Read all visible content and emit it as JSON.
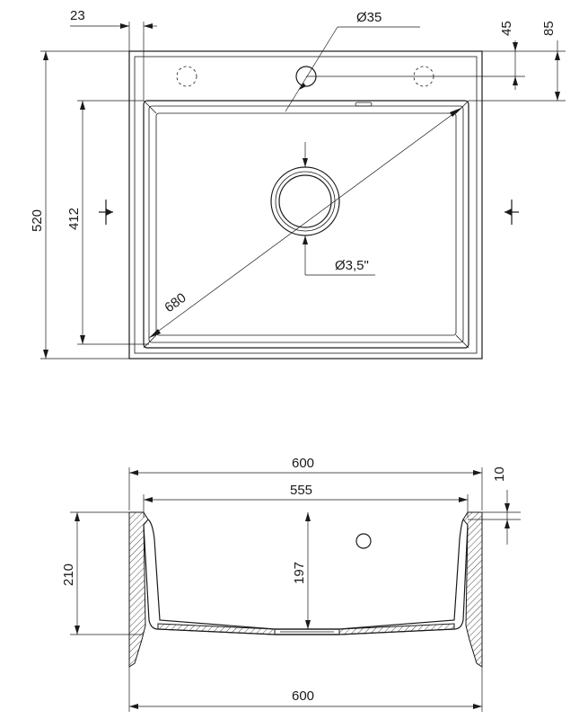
{
  "top_view": {
    "dimensions": {
      "d23": "23",
      "d35": "Ø35",
      "d45": "45",
      "d85": "85",
      "d520": "520",
      "d412": "412",
      "d680": "680",
      "d35in": "Ø3,5\""
    }
  },
  "section_view": {
    "dimensions": {
      "d600_top": "600",
      "d555": "555",
      "d10": "10",
      "d210": "210",
      "d197": "197",
      "d600_bottom": "600"
    }
  }
}
